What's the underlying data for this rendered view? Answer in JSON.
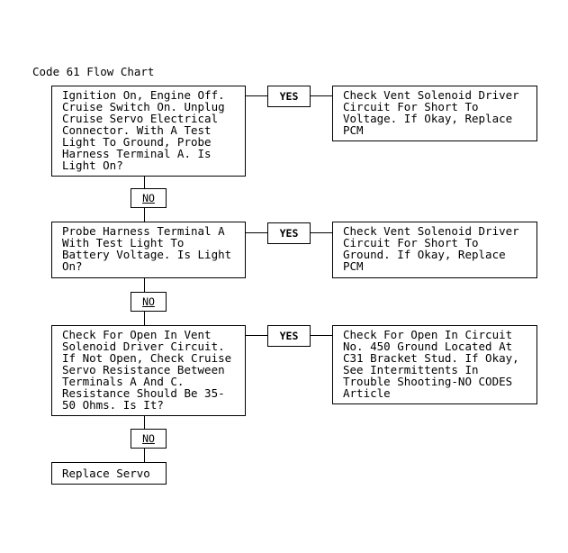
{
  "title": "Code 61 Flow Chart",
  "steps": [
    {
      "question": "Ignition On, Engine Off.\nCruise Switch On. Unplug\nCruise Servo Electrical\nConnector. With A Test\nLight To Ground, Probe\nHarness Terminal A. Is\nLight On?",
      "yes_label": "YES",
      "yes_action": "Check Vent Solenoid Driver\nCircuit For Short To\nVoltage. If Okay, Replace\nPCM",
      "no_label": "NO"
    },
    {
      "question": "Probe Harness Terminal A\nWith Test Light To\nBattery Voltage. Is Light\nOn?",
      "yes_label": "YES",
      "yes_action": "Check Vent Solenoid Driver\nCircuit For Short To\nGround. If Okay, Replace\nPCM",
      "no_label": "NO"
    },
    {
      "question": "Check For Open In Vent\nSolenoid Driver Circuit.\nIf Not Open, Check Cruise\nServo Resistance Between\nTerminals A And C.\nResistance Should Be 35-\n50 Ohms. Is It?",
      "yes_label": "YES",
      "yes_action": "Check For Open In Circuit\nNo. 450 Ground Located At\nC31 Bracket Stud. If Okay,\nSee Intermittents In\nTrouble Shooting-NO CODES\nArticle",
      "no_label": "NO"
    }
  ],
  "final_action": "Replace Servo"
}
